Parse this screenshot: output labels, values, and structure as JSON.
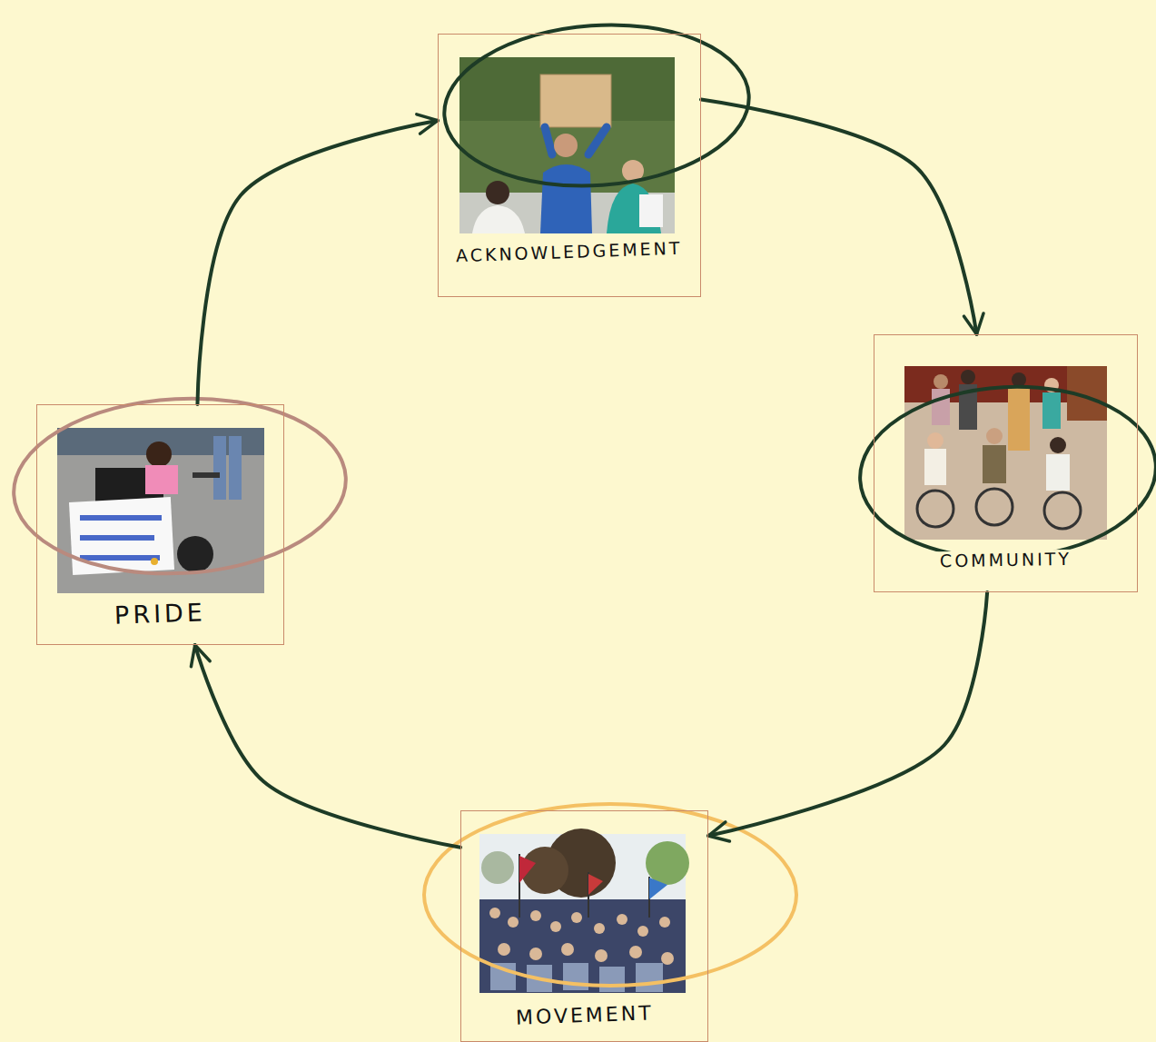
{
  "diagram": {
    "nodes": [
      {
        "text": [
          "ACKNOWLEDGEMENT"
        ]
      },
      {
        "text": [
          "COMMUNITY"
        ]
      },
      {
        "text": [
          "MOVEMENT"
        ]
      },
      {
        "text": [
          "PRIDE"
        ]
      }
    ],
    "edges": [
      {
        "from": 0,
        "to": 1,
        "arrow": "to"
      },
      {
        "from": 1,
        "to": 2,
        "arrow": "to"
      },
      {
        "from": 2,
        "to": 3,
        "arrow": "to"
      },
      {
        "from": 3,
        "to": 0,
        "arrow": "to"
      }
    ]
  }
}
